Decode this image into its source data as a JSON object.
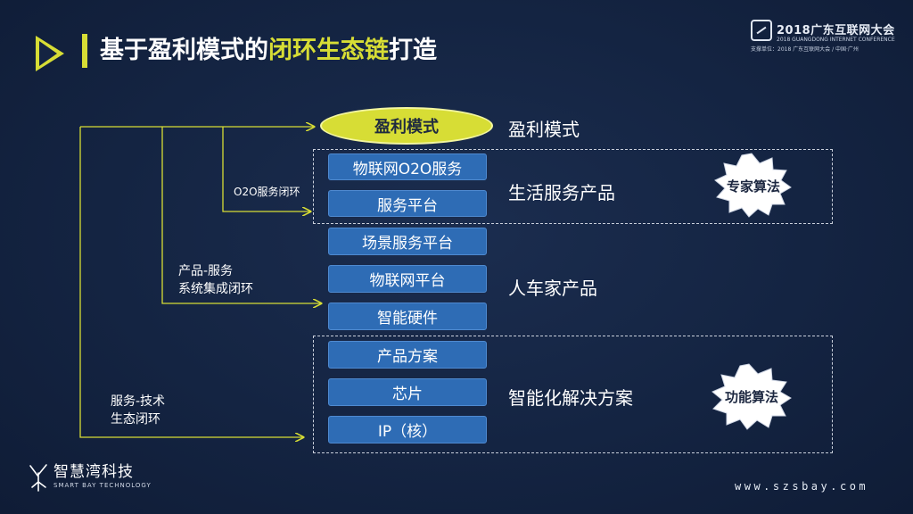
{
  "header": {
    "title_main": "基于盈利模式的",
    "title_highlight": "闭环生态链",
    "title_tail": "打造"
  },
  "logo": {
    "line1": "2018广东互联网大会",
    "line2": "2018 GUANGDONG INTERNET CONFERENCE",
    "line3": "支撑单位：2018 广东互联网大会 / 中国·广州"
  },
  "diagram": {
    "oval_label": "盈利模式",
    "boxes": [
      "物联网O2O服务",
      "服务平台",
      "场景服务平台",
      "物联网平台",
      "智能硬件",
      "产品方案",
      "芯片",
      "IP（核）"
    ],
    "labels": [
      "盈利模式",
      "生活服务产品",
      "人车家产品",
      "智能化解决方案"
    ],
    "loops": {
      "o2o": "O2O服务闭环",
      "product_service_1": "产品-服务",
      "product_service_2": "系统集成闭环",
      "service_tech_1": "服务-技术",
      "service_tech_2": "生态闭环"
    },
    "bursts": [
      "专家算法",
      "功能算法"
    ]
  },
  "footer": {
    "brand": "智慧湾科技",
    "brand_sub": "SMART BAY TECHNOLOGY",
    "url": "www.szsbay.com"
  },
  "colors": {
    "accent": "#d7dd35",
    "box": "#2e6cb5",
    "background": "#142442"
  }
}
